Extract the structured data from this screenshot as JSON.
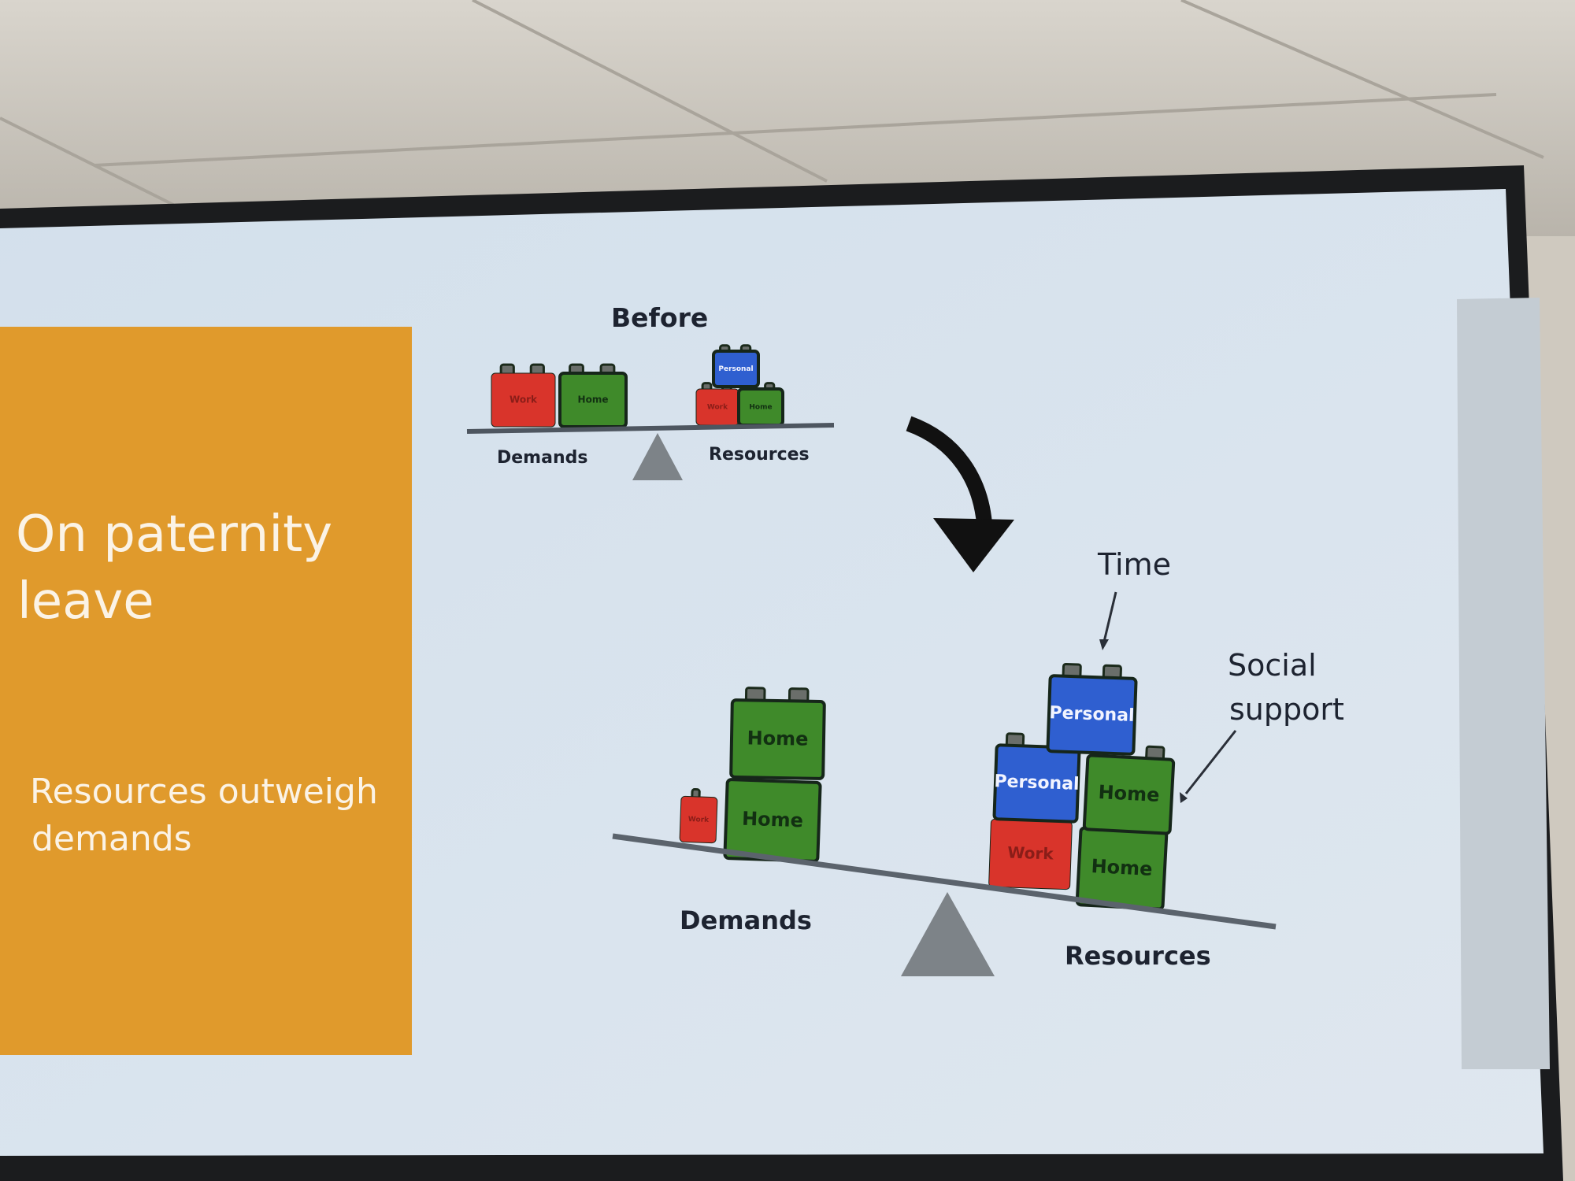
{
  "slide": {
    "title": "On paternity leave",
    "title_line1": "On paternity",
    "title_line2": "leave",
    "subtitle_line1": "Resources outweigh",
    "subtitle_line2": "demands",
    "panel_color": "#e09a2c"
  },
  "before": {
    "heading": "Before",
    "demands_label": "Demands",
    "resources_label": "Resources",
    "demand_blocks": [
      "Work",
      "Home"
    ],
    "resource_blocks": [
      "Work",
      "Home",
      "Personal"
    ]
  },
  "after": {
    "demands_label": "Demands",
    "resources_label": "Resources",
    "annotation_time": "Time",
    "annotation_social_line1": "Social",
    "annotation_social_line2": "support",
    "demand_blocks": [
      "Work",
      "Home",
      "Home"
    ],
    "resource_blocks": [
      "Work",
      "Home",
      "Personal",
      "Home",
      "Personal"
    ]
  },
  "colors": {
    "work": "#d9342b",
    "home": "#3f8a2a",
    "personal": "#2f5fd0",
    "slide_bg": "#d6e2ec"
  }
}
